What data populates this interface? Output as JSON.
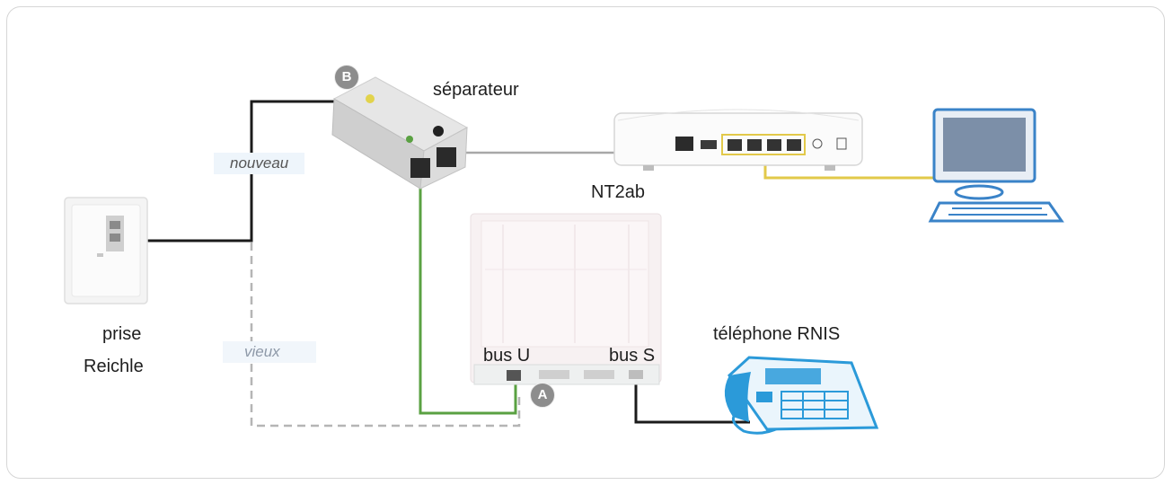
{
  "labels": {
    "separator": "séparateur",
    "nt2ab": "NT2ab",
    "socket_line1": "prise",
    "socket_line2": "Reichle",
    "new_wiring": "nouveau",
    "old_wiring": "vieux",
    "bus_u": "bus U",
    "bus_s": "bus S",
    "isdn_phone": "téléphone RNIS"
  },
  "badges": {
    "a": "A",
    "b": "B"
  },
  "colors": {
    "black_cable": "#1b1b1b",
    "green_cable": "#5aa142",
    "yellow_cable": "#e2c94a",
    "gray_cable": "#a8a8a8",
    "dashed_cable": "#b5b5b5",
    "phone_blue": "#2b9ad9",
    "monitor_blue": "#3a83c8",
    "badge_gray": "#8d8d8d"
  }
}
